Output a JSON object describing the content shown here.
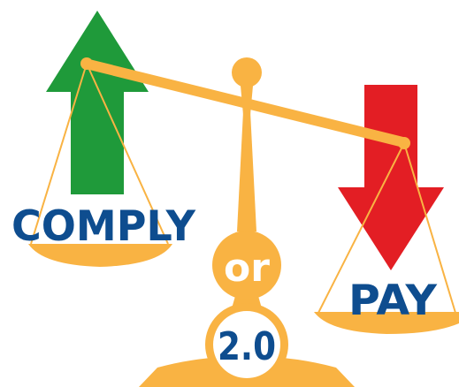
{
  "graphic": {
    "left_label": "COMPLY",
    "center_word": "or",
    "right_label": "PAY",
    "version": "2.0"
  },
  "colors": {
    "scale": "#F9B343",
    "up_arrow": "#1F9A3A",
    "down_arrow": "#E31E24",
    "text": "#0E4D8F",
    "light_text": "#FFFFFF",
    "badge_fill": "#FFFFFF"
  },
  "icons": {
    "up_arrow": "up-arrow-icon",
    "down_arrow": "down-arrow-icon",
    "scale": "balance-scale-icon"
  }
}
